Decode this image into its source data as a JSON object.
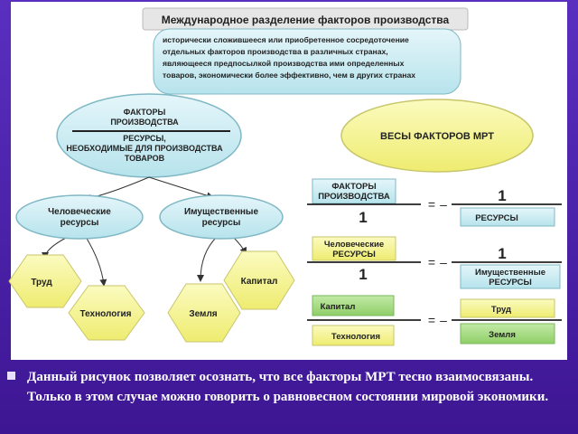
{
  "header": {
    "title": "Международное разделение факторов производства",
    "definition_lines": [
      "исторически сложившееся или приобретенное сосредоточение",
      "отдельных факторов производства в различных странах,",
      "являющееся предпосылкой производства ими определенных",
      "товаров, экономически более эффективно, чем в других странах"
    ]
  },
  "tree": {
    "root_top_lines": [
      "ФАКТОРЫ",
      "ПРОИЗВОДСТВА"
    ],
    "root_bottom_lines": [
      "РЕСУРСЫ,",
      "НЕОБХОДИМЫЕ ДЛЯ ПРОИЗВОДСТВА",
      "ТОВАРОВ"
    ],
    "human_lines": [
      "Человеческие",
      "ресурсы"
    ],
    "property_lines": [
      "Имущественные",
      "ресурсы"
    ],
    "labor": "Труд",
    "technology": "Технология",
    "land": "Земля",
    "capital": "Капитал"
  },
  "weights": {
    "title": "ВЕСЫ   ФАКТОРОВ МРТ",
    "row1_left_lines": [
      "ФАКТОРЫ",
      "ПРОИЗВОДСТВА"
    ],
    "row1_right_number": "1",
    "row1_left_number": "1",
    "row1_right_box": "РЕСУРСЫ",
    "row2_left_lines": [
      "Человеческие",
      "РЕСУРСЫ"
    ],
    "row2_right_number": "1",
    "row2_left_number": "1",
    "row2_right_lines": [
      "Имущественные",
      "РЕСУРСЫ"
    ],
    "row3_left_top": "Капитал",
    "row3_left_bottom": "Технология",
    "row3_right_top": "Труд",
    "row3_right_bottom": "Земля",
    "eq_sign": "=",
    "dash": "–"
  },
  "caption": "Данный рисунок позволяет осознать, что все факторы МРТ тесно взаимосвязаны. Только в этом случае можно говорить о равновесном состоянии мировой экономики.",
  "colors": {
    "cyan": "#cdeef4",
    "yellow": "#f6f59a",
    "green": "#a8dc86",
    "background": "#4a1fa8"
  }
}
